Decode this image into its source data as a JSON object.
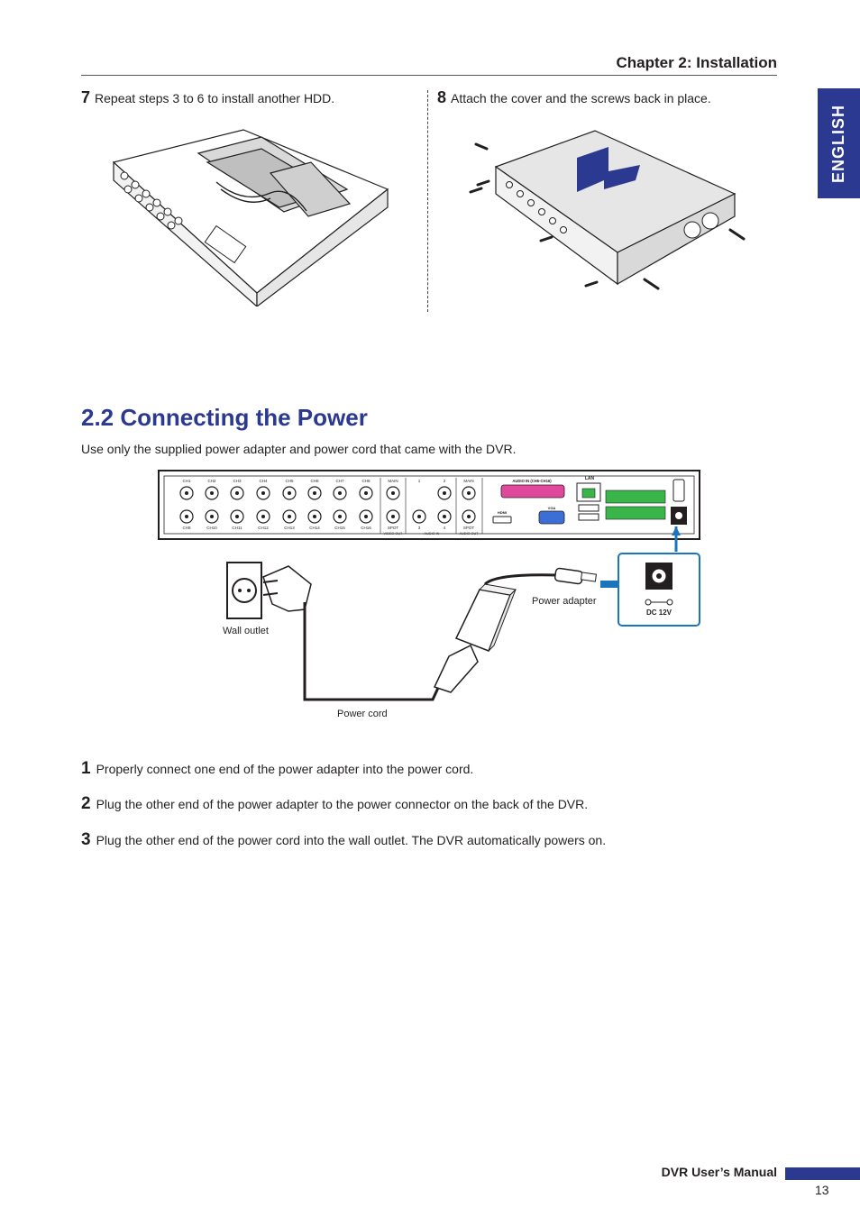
{
  "header": {
    "chapter": "Chapter 2: Installation",
    "language_tab": "ENGLISH"
  },
  "top_steps": [
    {
      "number": "7",
      "text": "Repeat steps 3 to 6 to install another HDD."
    },
    {
      "number": "8",
      "text": "Attach the cover and the screws back in place."
    }
  ],
  "section": {
    "title": "2.2 Connecting the Power",
    "intro": "Use only the supplied power adapter and power cord that came with the DVR."
  },
  "diagram": {
    "panel_labels": {
      "ch_top": [
        "CH1",
        "CH2",
        "CH3",
        "CH4",
        "CH5",
        "CH6",
        "CH7",
        "CH8"
      ],
      "ch_bottom": [
        "CH9",
        "CH10",
        "CH11",
        "CH12",
        "CH13",
        "CH14",
        "CH15",
        "CH16"
      ],
      "main1": "MAIN",
      "spot1": "SPOT",
      "video_out": "VIDEO OUT",
      "audio_in_nums": [
        "1",
        "2",
        "3",
        "4"
      ],
      "audio_in": "AUDIO IN",
      "main2": "MAIN",
      "spot2": "SPOT",
      "audio_out": "AUDIO OUT",
      "audio_in_port": "AUDIO IN (CH5-CH16)",
      "hdmi": "HDMI",
      "vga": "VGA",
      "lan": "LAN"
    },
    "wall_outlet": "Wall outlet",
    "power_cord": "Power cord",
    "power_adapter": "Power adapter",
    "dc_label": "DC 12V"
  },
  "steps": [
    {
      "number": "1",
      "text": "Properly connect one end of the power adapter into the power cord."
    },
    {
      "number": "2",
      "text": "Plug the other end of the power adapter to the power connector on the back of the DVR."
    },
    {
      "number": "3",
      "text": "Plug the other end of the power cord into the wall outlet. The DVR automatically powers on."
    }
  ],
  "footer": {
    "manual": "DVR User’s Manual",
    "page": "13"
  },
  "colors": {
    "brand_blue": "#2b3990",
    "arrow_blue": "#1b75bc",
    "audio_pink": "#e0489b",
    "vga_blue": "#3b6fd6",
    "terminal_green": "#39b54a"
  }
}
